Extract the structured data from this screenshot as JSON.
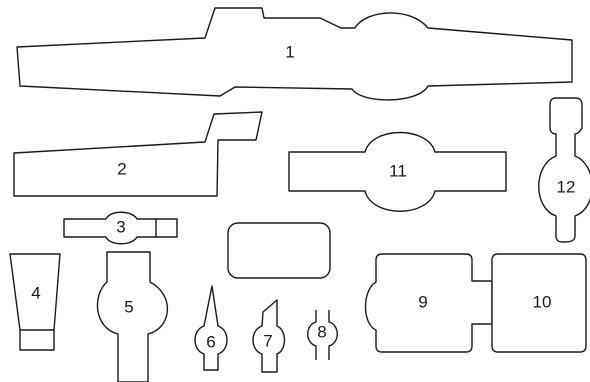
{
  "colors": {
    "outline": "#1a1a1a",
    "background": "#ffffff"
  },
  "pieces": [
    {
      "id": "1",
      "label": "1"
    },
    {
      "id": "2",
      "label": "2"
    },
    {
      "id": "3",
      "label": "3"
    },
    {
      "id": "4",
      "label": "4"
    },
    {
      "id": "5",
      "label": "5"
    },
    {
      "id": "6",
      "label": "6"
    },
    {
      "id": "7",
      "label": "7"
    },
    {
      "id": "8",
      "label": "8"
    },
    {
      "id": "9",
      "label": "9"
    },
    {
      "id": "10",
      "label": "10"
    },
    {
      "id": "11",
      "label": "11"
    },
    {
      "id": "12",
      "label": "12"
    }
  ]
}
